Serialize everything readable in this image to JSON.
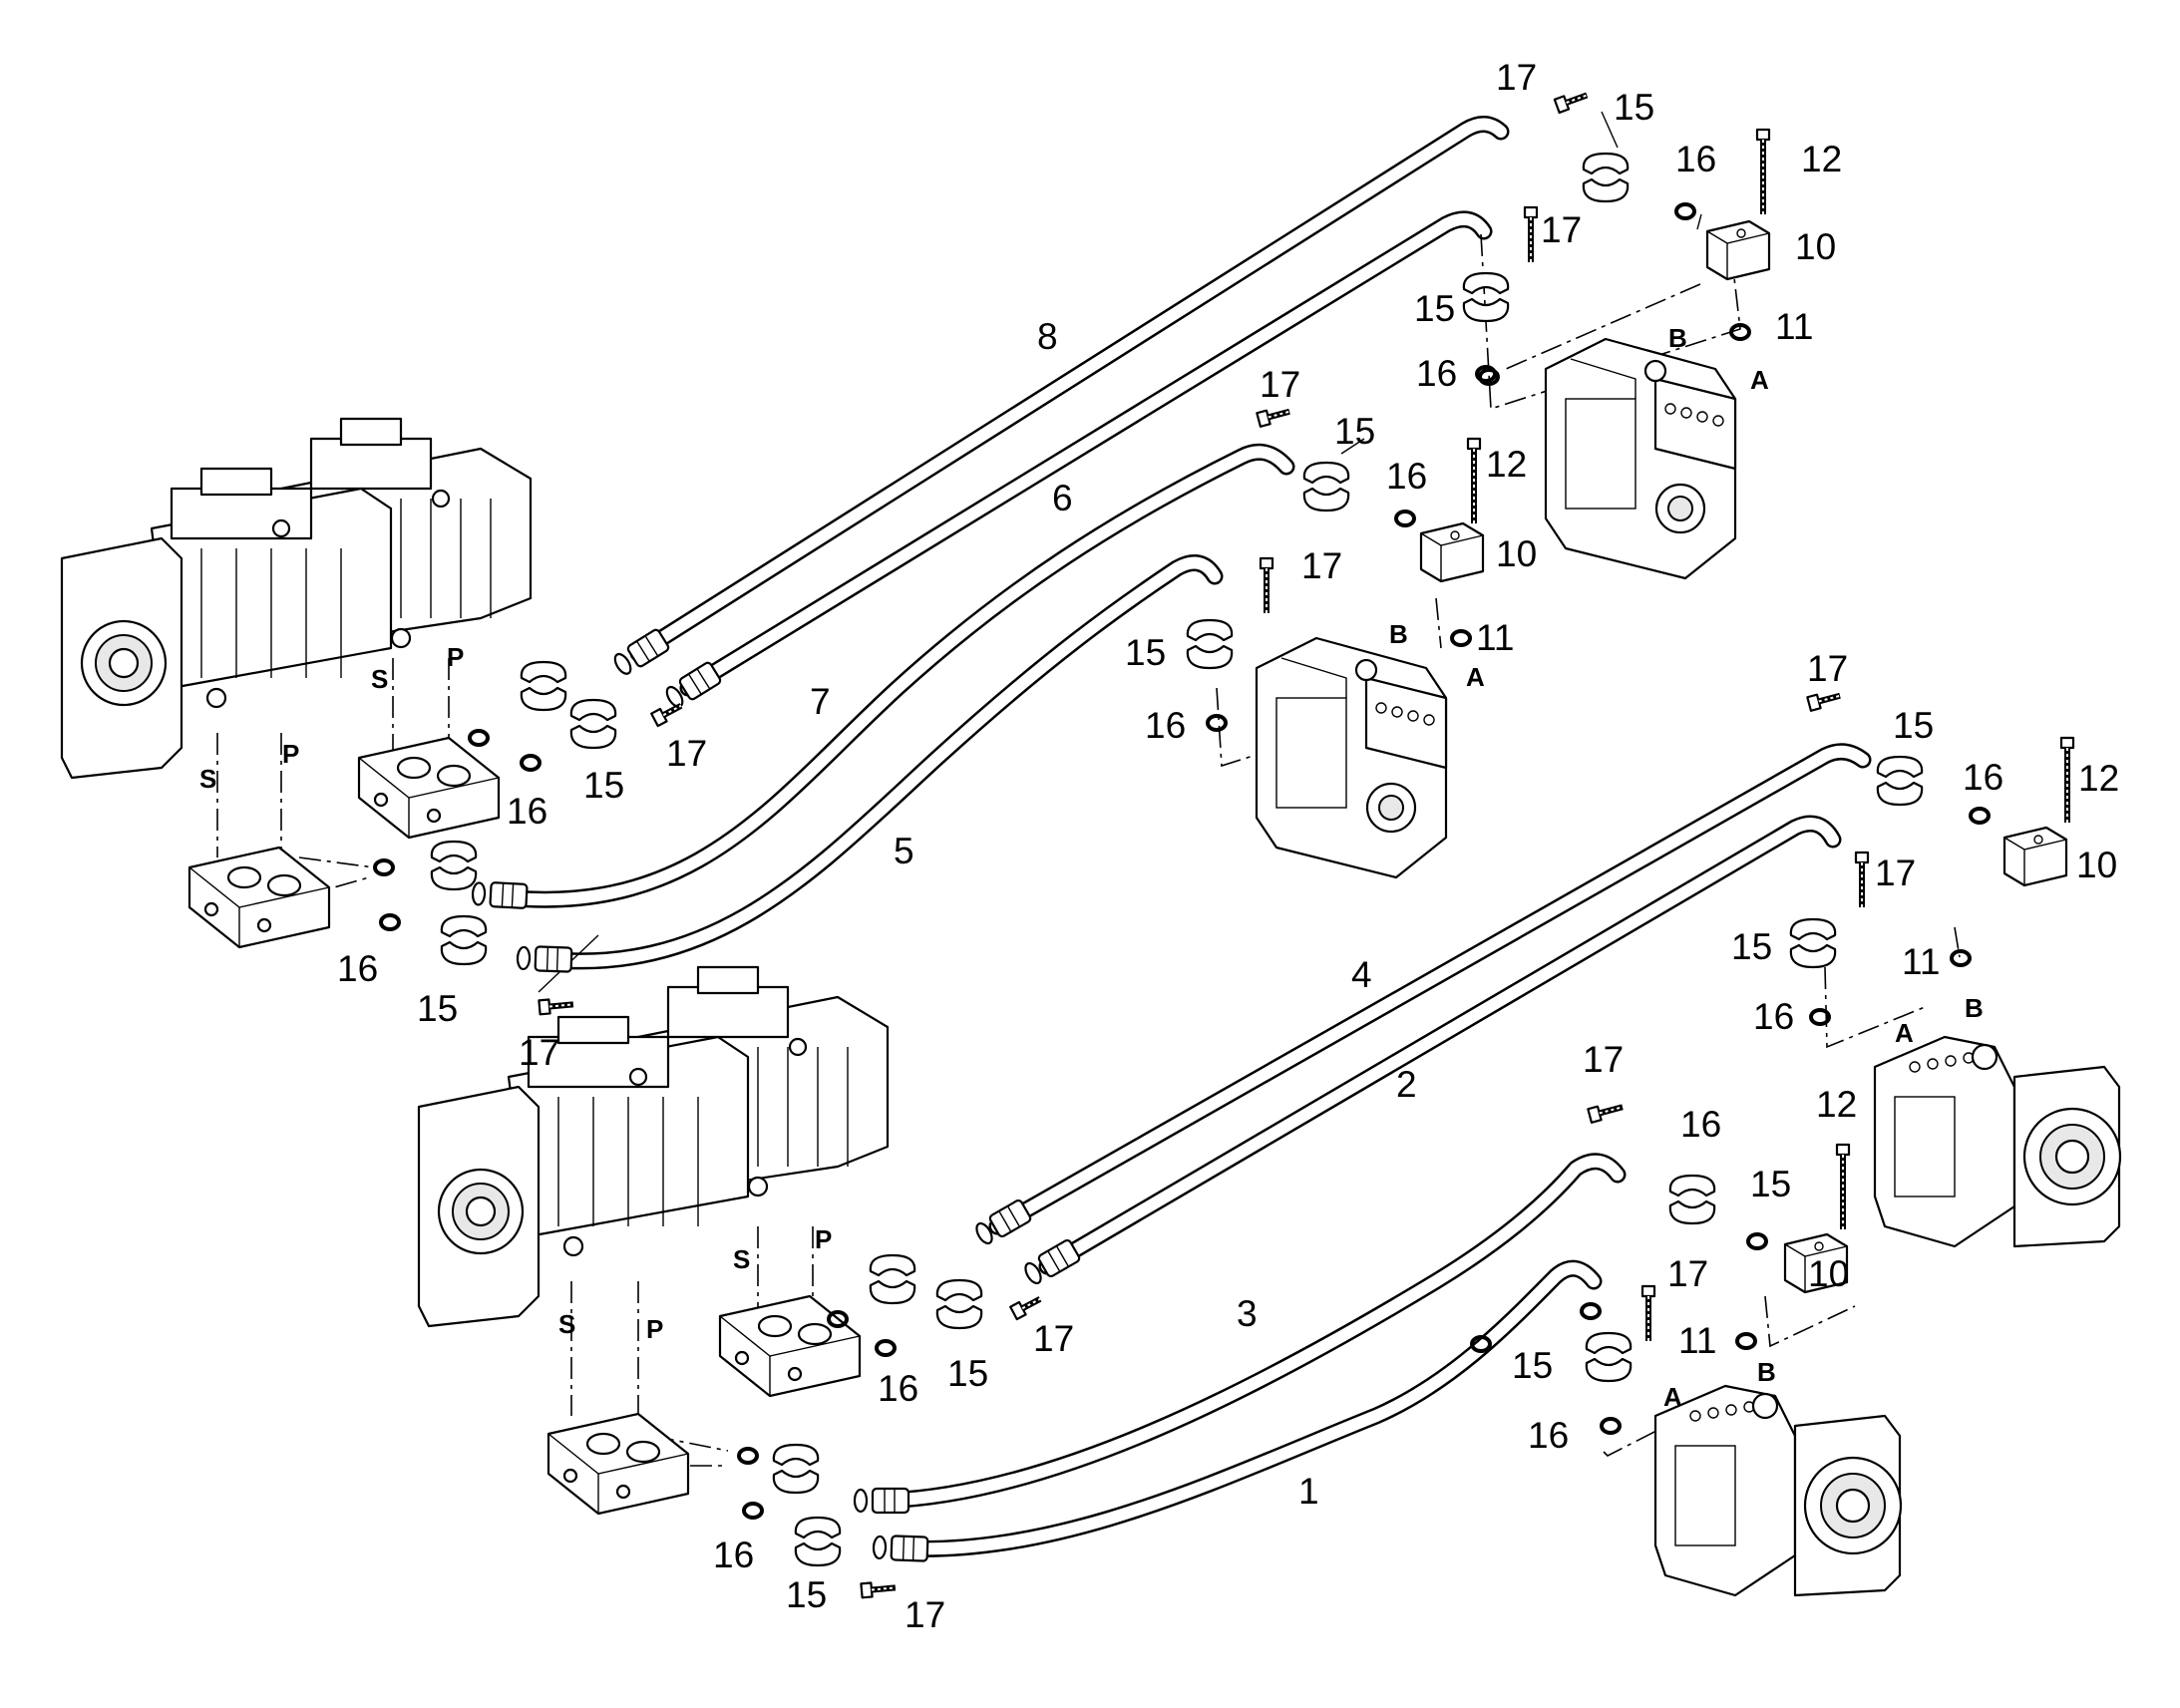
{
  "diagram": {
    "callouts": [
      {
        "id": "c17a",
        "text": "17"
      },
      {
        "id": "c15a",
        "text": "15"
      },
      {
        "id": "c16a",
        "text": "16"
      },
      {
        "id": "c12a",
        "text": "12"
      },
      {
        "id": "c10a",
        "text": "10"
      },
      {
        "id": "c11a",
        "text": "11"
      },
      {
        "id": "c17b",
        "text": "17"
      },
      {
        "id": "c15b",
        "text": "15"
      },
      {
        "id": "c16b",
        "text": "16"
      },
      {
        "id": "c8",
        "text": "8"
      },
      {
        "id": "c6",
        "text": "6"
      },
      {
        "id": "c17c",
        "text": "17"
      },
      {
        "id": "c15c",
        "text": "15"
      },
      {
        "id": "c16c",
        "text": "16"
      },
      {
        "id": "c12b",
        "text": "12"
      },
      {
        "id": "c10b",
        "text": "10"
      },
      {
        "id": "c17d",
        "text": "17"
      },
      {
        "id": "c15d",
        "text": "15"
      },
      {
        "id": "c11b",
        "text": "11"
      },
      {
        "id": "c16d",
        "text": "16"
      },
      {
        "id": "c7",
        "text": "7"
      },
      {
        "id": "c5",
        "text": "5"
      },
      {
        "id": "c17e",
        "text": "17"
      },
      {
        "id": "c16e",
        "text": "16"
      },
      {
        "id": "c15e",
        "text": "15"
      },
      {
        "id": "c16f",
        "text": "16"
      },
      {
        "id": "c15f",
        "text": "15"
      },
      {
        "id": "c17f",
        "text": "17"
      },
      {
        "id": "c17g",
        "text": "17"
      },
      {
        "id": "c15g",
        "text": "15"
      },
      {
        "id": "c16g",
        "text": "16"
      },
      {
        "id": "c12c",
        "text": "12"
      },
      {
        "id": "c10c",
        "text": "10"
      },
      {
        "id": "c17h",
        "text": "17"
      },
      {
        "id": "c15h",
        "text": "15"
      },
      {
        "id": "c11c",
        "text": "11"
      },
      {
        "id": "c16h",
        "text": "16"
      },
      {
        "id": "c4",
        "text": "4"
      },
      {
        "id": "c2",
        "text": "2"
      },
      {
        "id": "c17i",
        "text": "17"
      },
      {
        "id": "c16i",
        "text": "16"
      },
      {
        "id": "c15i",
        "text": "15"
      },
      {
        "id": "c12d",
        "text": "12"
      },
      {
        "id": "c10d",
        "text": "10"
      },
      {
        "id": "c3",
        "text": "3"
      },
      {
        "id": "c17j",
        "text": "17"
      },
      {
        "id": "c15j",
        "text": "15"
      },
      {
        "id": "c11d",
        "text": "11"
      },
      {
        "id": "c16j",
        "text": "16"
      },
      {
        "id": "c17k",
        "text": "17"
      },
      {
        "id": "c16k",
        "text": "16"
      },
      {
        "id": "c15k",
        "text": "15"
      },
      {
        "id": "c16l",
        "text": "16"
      },
      {
        "id": "c15l",
        "text": "15"
      },
      {
        "id": "c17l",
        "text": "17"
      },
      {
        "id": "c1",
        "text": "1"
      }
    ],
    "ports": [
      {
        "id": "pS1",
        "text": "S"
      },
      {
        "id": "pP1",
        "text": "P"
      },
      {
        "id": "pS2",
        "text": "S"
      },
      {
        "id": "pP2",
        "text": "P"
      },
      {
        "id": "pB1",
        "text": "B"
      },
      {
        "id": "pA1",
        "text": "A"
      },
      {
        "id": "pB2",
        "text": "B"
      },
      {
        "id": "pA2",
        "text": "A"
      },
      {
        "id": "pS3",
        "text": "S"
      },
      {
        "id": "pP3",
        "text": "P"
      },
      {
        "id": "pS4",
        "text": "S"
      },
      {
        "id": "pP4",
        "text": "P"
      },
      {
        "id": "pB3",
        "text": "B"
      },
      {
        "id": "pA3",
        "text": "A"
      },
      {
        "id": "pB4",
        "text": "B"
      },
      {
        "id": "pA4",
        "text": "A"
      }
    ]
  }
}
